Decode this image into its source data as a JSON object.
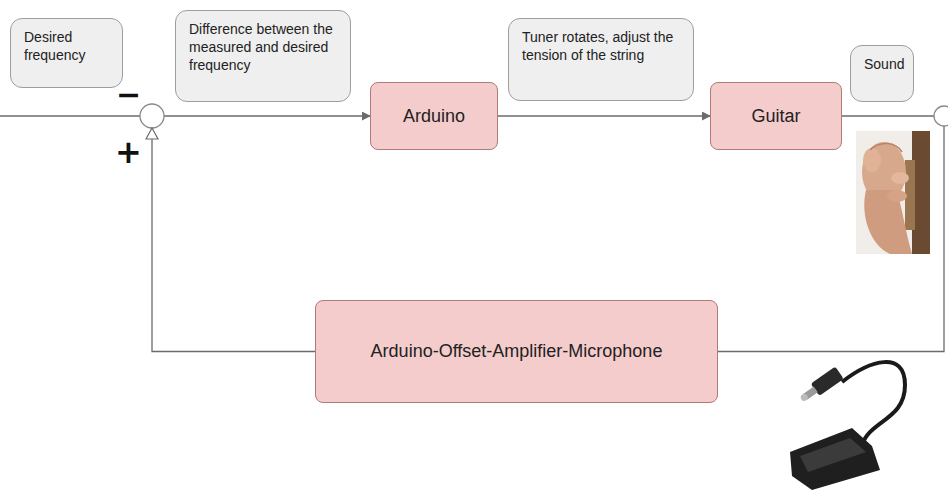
{
  "diagram": {
    "nodes": [
      {
        "text": [
          "Desired frequency"
        ]
      },
      {
        "text": [
          "Difference between the measured and desired frequency"
        ]
      },
      {
        "text": [
          "Arduino"
        ]
      },
      {
        "text": [
          "Tuner rotates, adjust the tension of the string"
        ]
      },
      {
        "text": [
          "Guitar"
        ]
      },
      {
        "text": [
          "Sound"
        ]
      },
      {
        "text": [
          "Arduino-Offset-Amplifier-Microphone"
        ]
      }
    ],
    "edges": [
      {
        "from": 2,
        "to": 4,
        "arrow": "to"
      },
      {
        "from": 4,
        "to": 6,
        "arrow": "none"
      },
      {
        "from": 6,
        "to": 2,
        "arrow": "to"
      }
    ],
    "labels": [
      "−",
      "+"
    ]
  }
}
